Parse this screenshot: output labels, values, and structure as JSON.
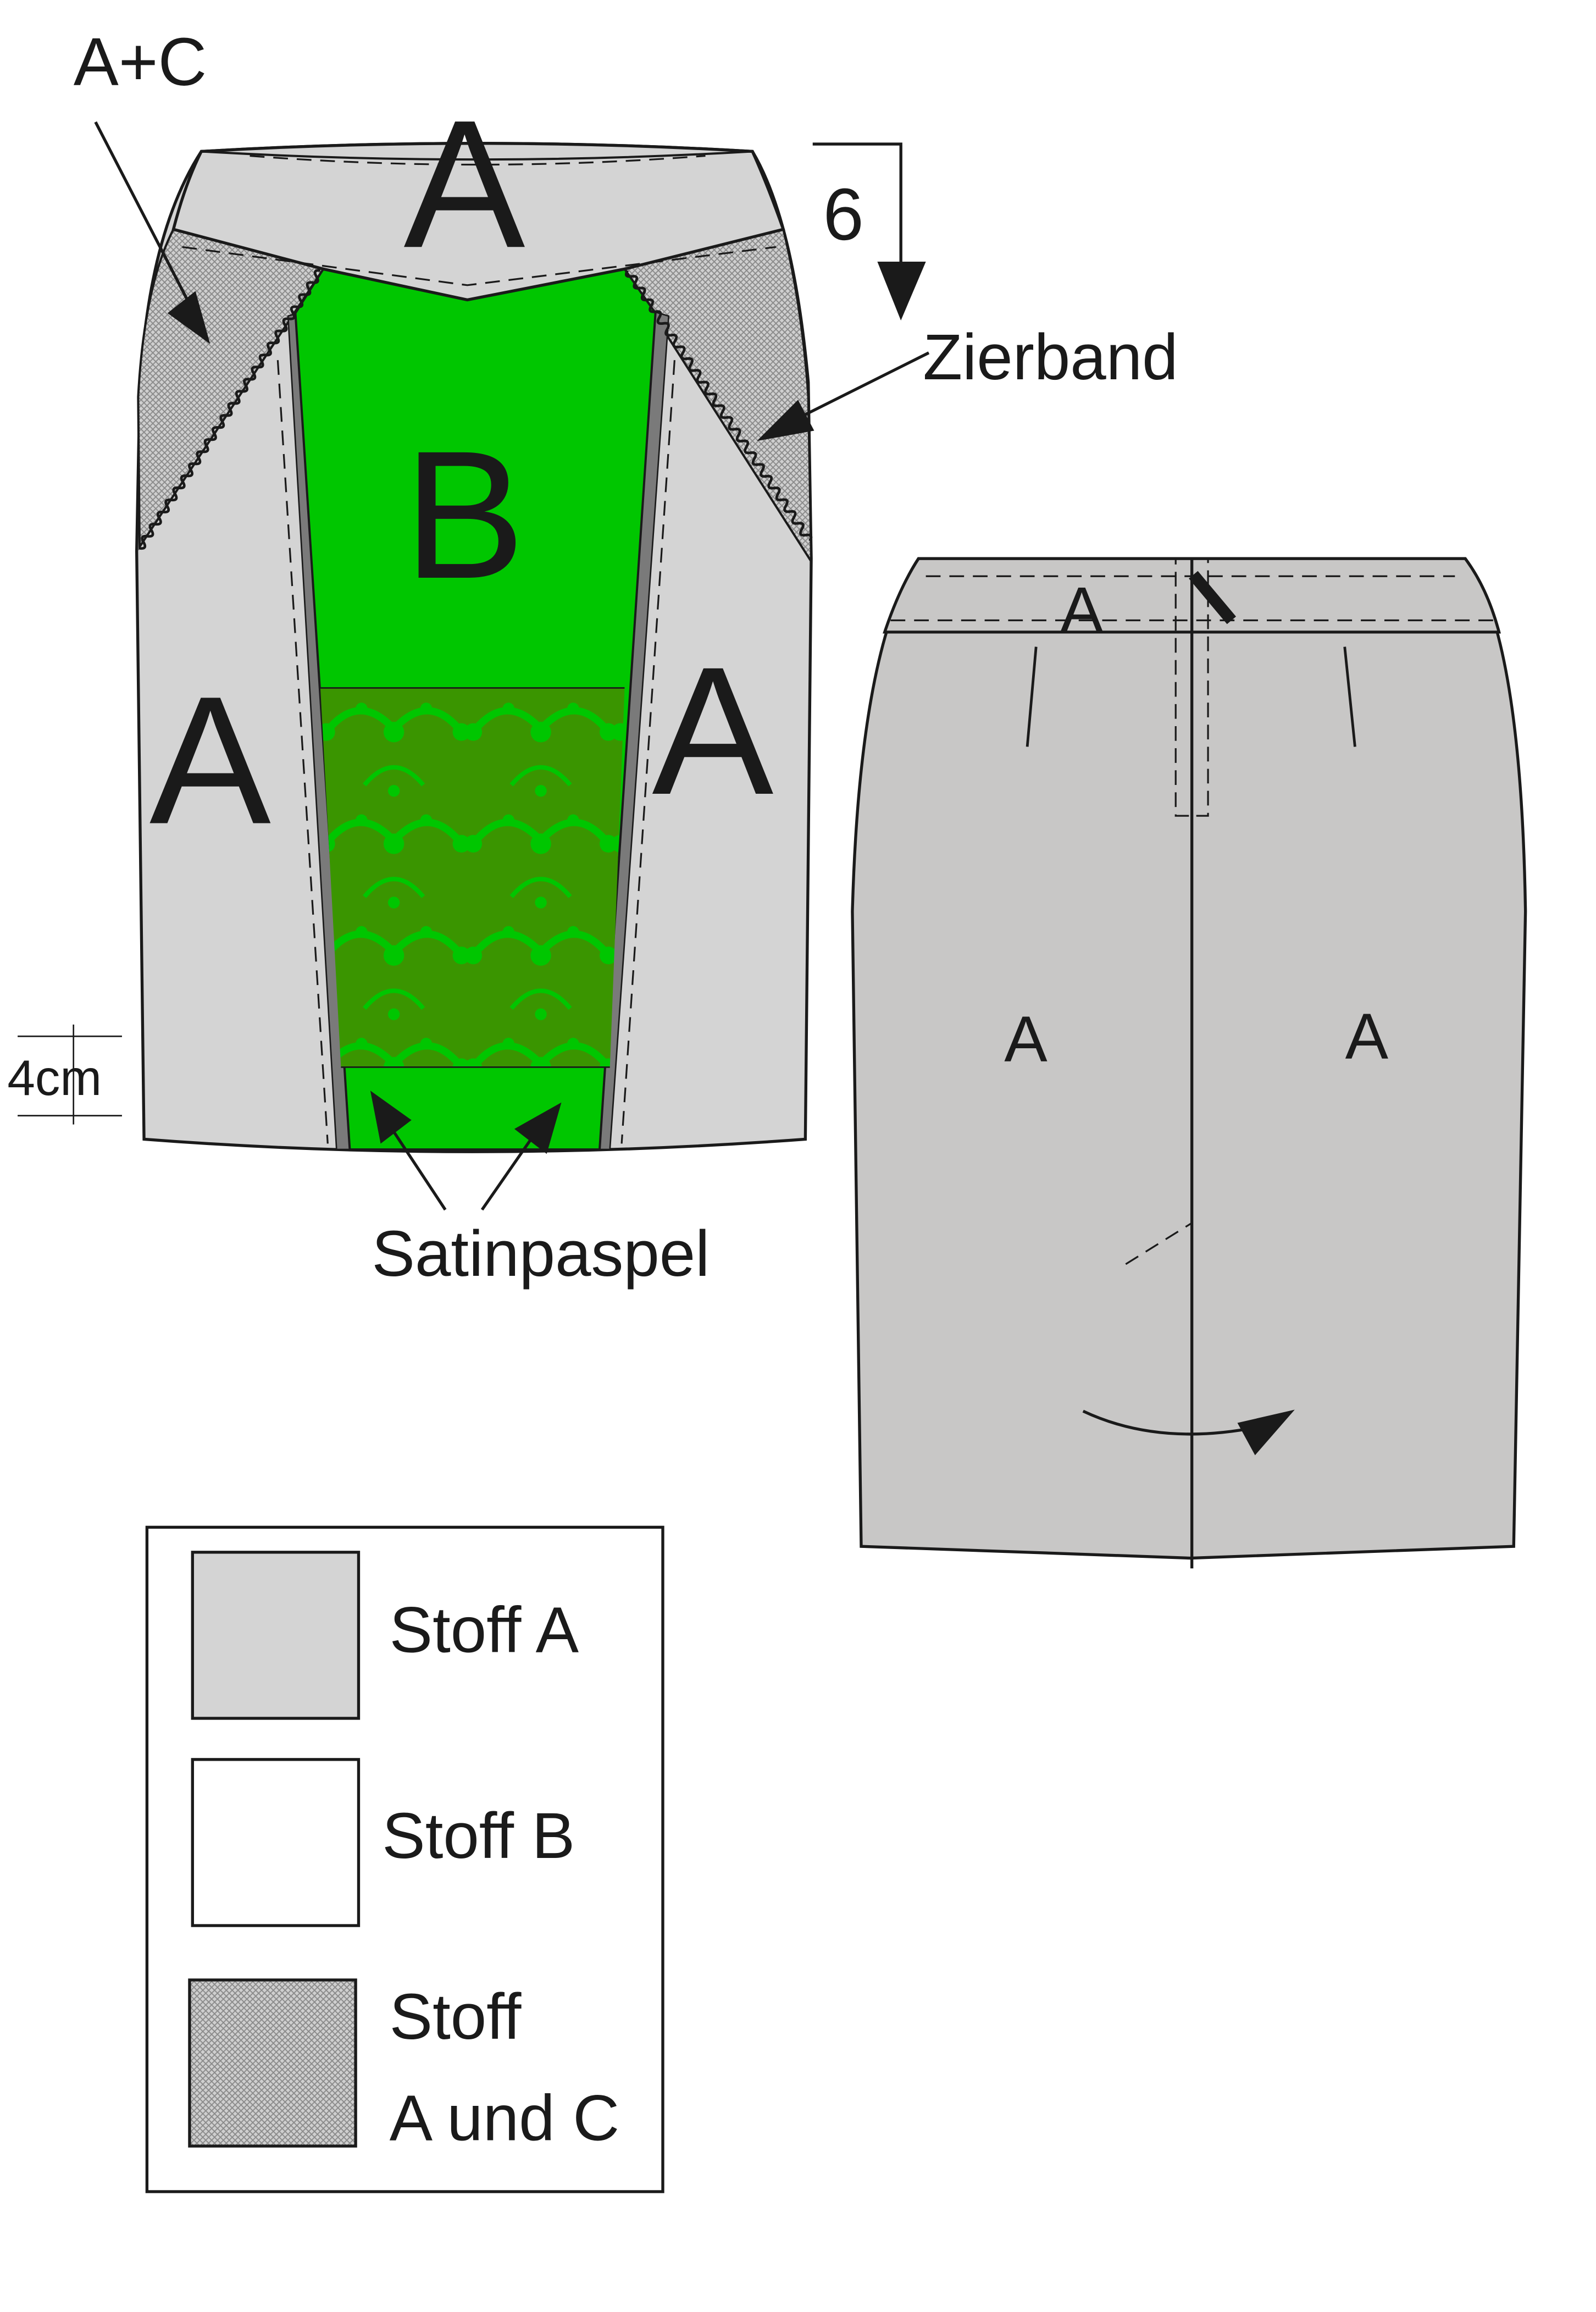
{
  "colors": {
    "fabric_a": "#d4d4d4",
    "fabric_a_back": "#c8c7c6",
    "fabric_b": "#00c600",
    "fabric_b_lace": "#3a9500",
    "lace_motif": "#00c600",
    "fabric_ac": "#b8b8b8",
    "piping": "#7a7a7a",
    "outline": "#1a1a1a"
  },
  "front": {
    "panel_labels": {
      "waist": "A",
      "center": "B",
      "left": "A",
      "right": "A"
    },
    "callouts": {
      "a_plus_c": "A+C",
      "step_number": "6",
      "zierband": "Zierband",
      "satinpaspel": "Satinpaspel",
      "hem_measure": "4cm"
    }
  },
  "back": {
    "panel_labels": {
      "waistband": "A",
      "left": "A",
      "right": "A"
    }
  },
  "legend": {
    "items": [
      {
        "label": "Stoff A",
        "swatch": "fabric_a"
      },
      {
        "label": "Stoff B",
        "swatch": "white"
      },
      {
        "label_line1": "Stoff",
        "label_line2": "A und C",
        "swatch": "fabric_ac"
      }
    ]
  }
}
